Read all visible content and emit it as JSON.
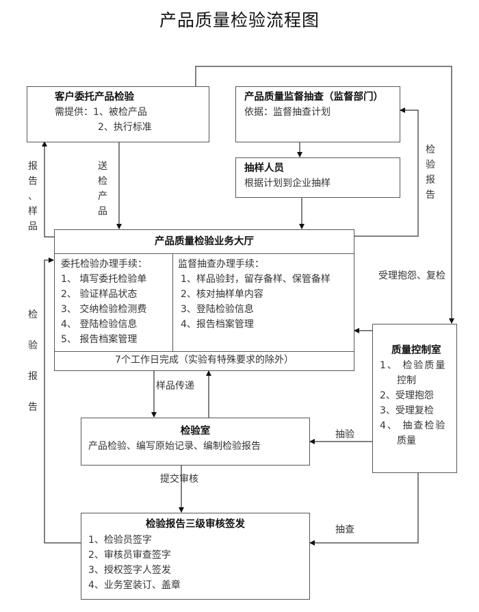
{
  "title": "产品质量检验流程图",
  "nodes": {
    "customer": {
      "title": "客户委托产品检验",
      "lines": [
        "需提供：1、被检产品",
        "2、执行标准"
      ]
    },
    "supervision": {
      "title": "产品质量监督抽查（监督部门）",
      "lines": [
        "依据：监督抽查计划"
      ]
    },
    "sampler": {
      "title": "抽样人员",
      "lines": [
        "根据计划到企业抽样"
      ]
    },
    "hall": {
      "title": "产品质量检验业务大厅",
      "left_heading": "委托检验办理手续：",
      "left_items": [
        "1、 填写委托检验单",
        "2、 验证样品状态",
        "3、 交纳检验检测费",
        "4、 登陆检验信息",
        "5、 报告档案管理"
      ],
      "right_heading": "监督抽查办理手续：",
      "right_items": [
        "1、样品验封，留存备样、保管备样",
        "2、核对抽样单内容",
        "3、登陆检验信息",
        "4、报告档案管理"
      ],
      "footer": "7个工作日完成（实验有特殊要求的除外）"
    },
    "quality_control": {
      "title": "质量控制室",
      "items": [
        "1、 检验质量",
        "控制",
        "2、受理抱怨",
        "3、受理复检",
        "4、 抽查检验",
        "质量"
      ]
    },
    "lab": {
      "title": "检验室",
      "lines": [
        "产品检验、编写原始记录、编制检验报告"
      ]
    },
    "report": {
      "title": "检验报告三级审核签发",
      "items": [
        "1、检验员签字",
        "2、审核员审查签字",
        "3、授权签字人签发",
        "4、业务室装订、盖章"
      ]
    }
  },
  "edge_labels": {
    "report_sample": [
      "报",
      "告",
      "、",
      "样",
      "品"
    ],
    "send_product": [
      "送",
      "检",
      "产",
      "品"
    ],
    "inspection_report_right": [
      "检",
      "验",
      "报",
      "告"
    ],
    "inspection_report_left": [
      "检",
      "验",
      "报",
      "告"
    ],
    "complaint_recheck": "受理抱怨、复检",
    "sample_transfer": "样品传递",
    "submit_review": "提交审核",
    "spot_test": "抽验",
    "spot_check": "抽查"
  }
}
